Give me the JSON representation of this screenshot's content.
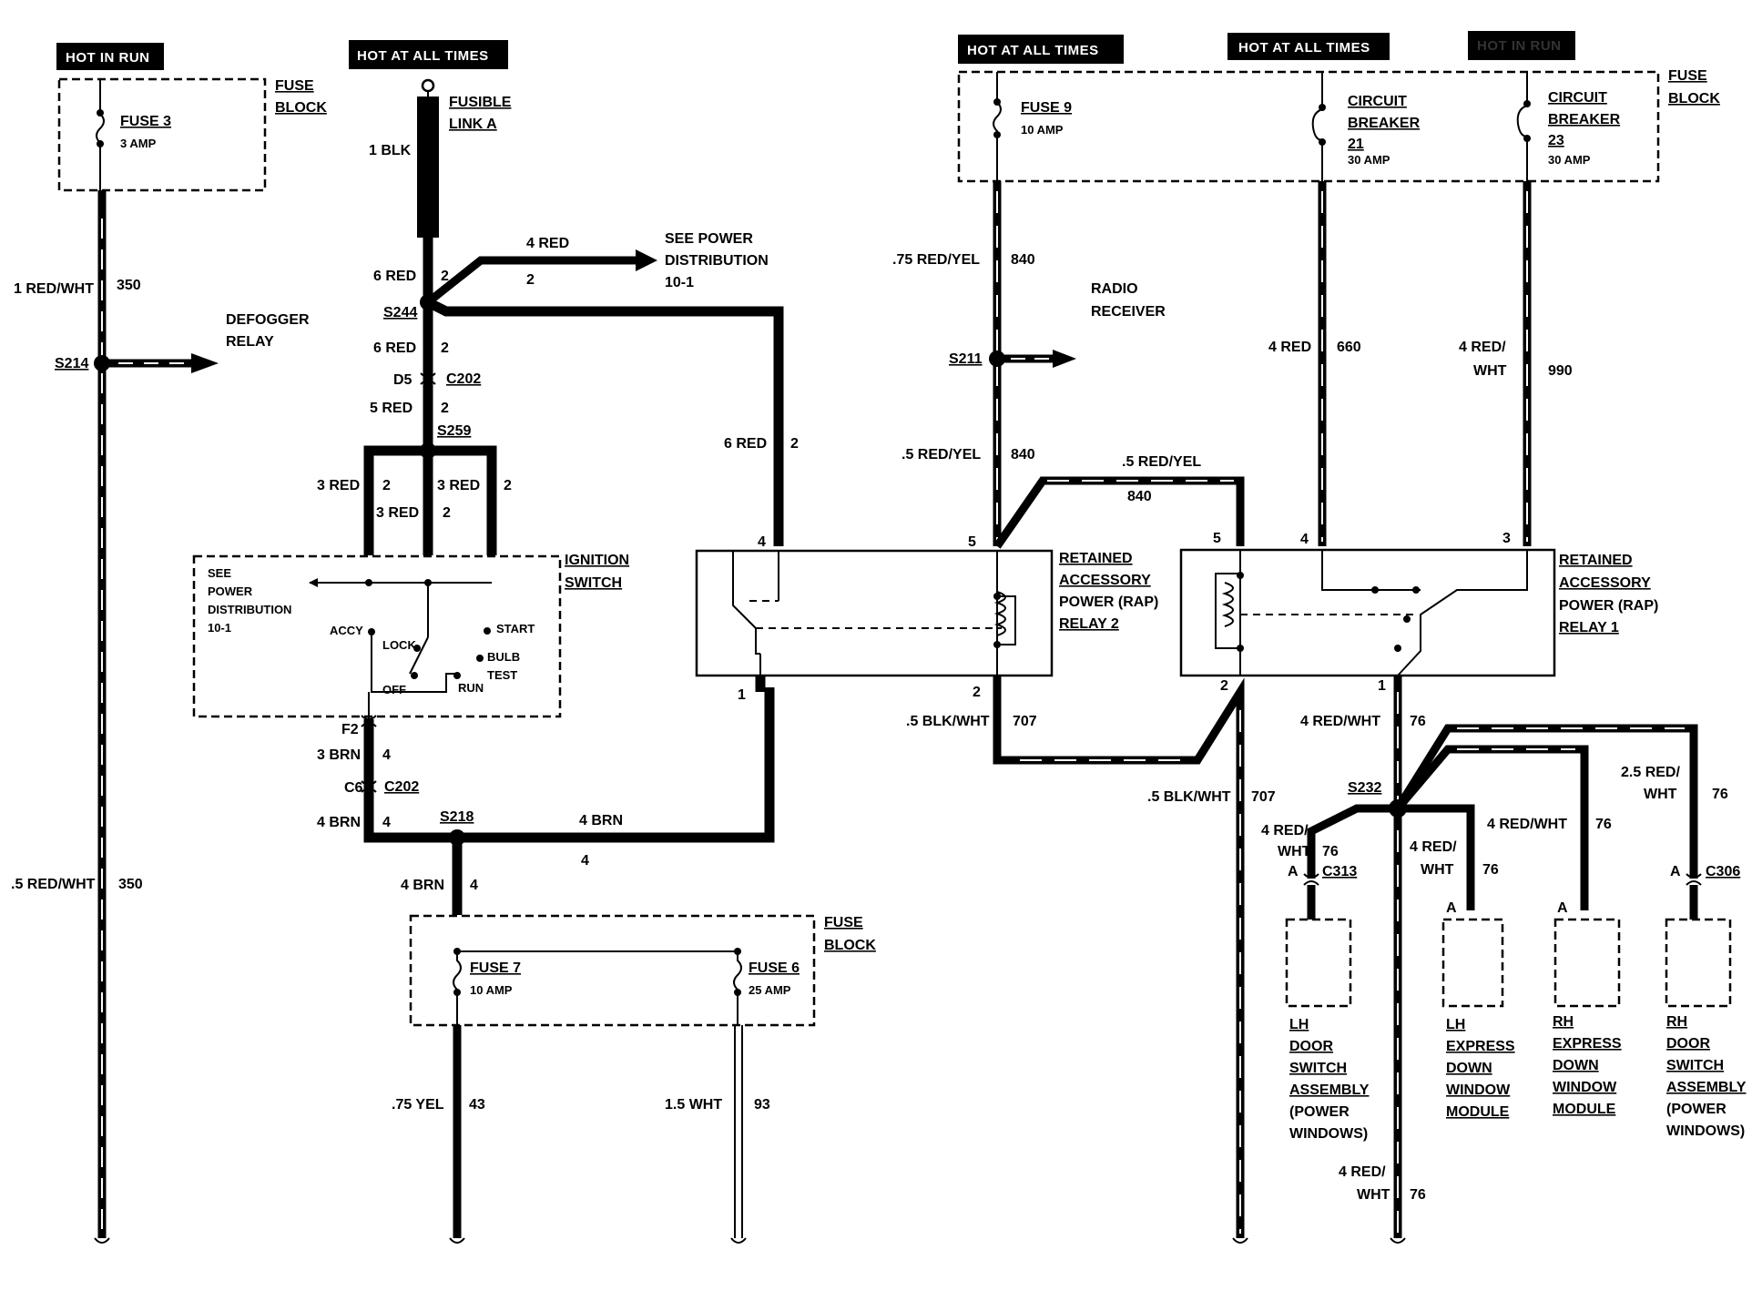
{
  "headers": {
    "hot_in_run": "HOT IN RUN",
    "hot_at_all_times_1": "HOT AT ALL TIMES",
    "hot_at_all_times_2": "HOT AT ALL TIMES",
    "hot_at_all_times_3": "HOT AT ALL TIMES",
    "hot_in_run_2": "HOT IN RUN"
  },
  "fuse_blocks": {
    "fb1_label1": "FUSE",
    "fb1_label2": "BLOCK",
    "fuse3_name": "FUSE 3",
    "fuse3_amp": "3 AMP",
    "fb2_label1": "FUSE",
    "fb2_label2": "BLOCK",
    "fuse9_name": "FUSE 9",
    "fuse9_amp": "10 AMP",
    "cb21_l1": "CIRCUIT",
    "cb21_l2": "BREAKER",
    "cb21_l3": "21",
    "cb21_amp": "30 AMP",
    "cb23_l1": "CIRCUIT",
    "cb23_l2": "BREAKER",
    "cb23_l3": "23",
    "cb23_amp": "30 AMP",
    "fb3_label1": "FUSE",
    "fb3_label2": "BLOCK",
    "fuse7_name": "FUSE 7",
    "fuse7_amp": "10 AMP",
    "fuse6_name": "FUSE 6",
    "fuse6_amp": "25 AMP"
  },
  "fusible_link": {
    "l1": "FUSIBLE",
    "l2": "LINK A",
    "wire": "1 BLK"
  },
  "wires": {
    "w350a": "1 RED/WHT",
    "c350a": "350",
    "w350b": ".5 RED/WHT",
    "c350b": "350",
    "defogger1": "DEFOGGER",
    "defogger2": "RELAY",
    "w_6red_a": "6 RED",
    "c_6red_a": "2",
    "w_4red_top": "4 RED",
    "c_4red_top": "2",
    "see_pd1": "SEE POWER",
    "see_pd2": "DISTRIBUTION",
    "see_pd3": "10-1",
    "w_6red_b": "6 RED",
    "c_6red_b": "2",
    "d5": "D5",
    "c202a": "C202",
    "w_5red": "5 RED",
    "c_5red": "2",
    "w_3red_l": "3 RED",
    "c_3red_l": "2",
    "w_3red_m1": "3 RED",
    "c_3red_m1": "2",
    "w_3red_m2": "3 RED",
    "c_3red_m2": "2",
    "w_3red_r": "2",
    "w_6red_c": "6 RED",
    "c_6red_c": "2",
    "f2": "F2",
    "w_3brn": "3 BRN",
    "c_3brn": "4",
    "c6": "C6",
    "c202b": "C202",
    "w_4brn_a": "4 BRN",
    "c_4brn_a": "4",
    "w_4brn_b": "4 BRN",
    "c_4brn_b": "4",
    "w_4brn_c": "4 BRN",
    "c_4brn_c": "4",
    "w_75yel": ".75 YEL",
    "c_75yel": "43",
    "w_15wht": "1.5 WHT",
    "c_15wht": "93",
    "w_840a": ".75 RED/YEL",
    "c_840a": "840",
    "radio1": "RADIO",
    "radio2": "RECEIVER",
    "w_840b": ".5 RED/YEL",
    "c_840b": "840",
    "w_840c": ".5 RED/YEL",
    "c_840c": "840",
    "w_660": "4 RED",
    "c_660": "660",
    "w_990a": "4 RED/",
    "w_990b": "WHT",
    "c_990": "990",
    "w_707a": ".5 BLK/WHT",
    "c_707a": "707",
    "w_707b": ".5 BLK/WHT",
    "c_707b": "707",
    "w_76a": "4 RED/WHT",
    "c_76a": "76",
    "w_76b1": "2.5 RED/",
    "w_76b2": "WHT",
    "c_76b": "76",
    "w_76c1": "4 RED/",
    "w_76c2": "WHT",
    "c_76c": "76",
    "w_76d1": "4 RED/",
    "w_76d2": "WHT",
    "c_76d": "76",
    "w_76e": "4 RED/WHT",
    "c_76e": "76",
    "w_76f1": "4 RED/",
    "w_76f2": "WHT",
    "c_76f": "76"
  },
  "splices": {
    "s214": "S214",
    "s244": "S244",
    "s259": "S259",
    "s218": "S218",
    "s211": "S211",
    "s232": "S232"
  },
  "connectors": {
    "c313_a": "A",
    "c313": "C313",
    "c306_a": "A",
    "c306": "C306",
    "lh_mod_a": "A",
    "rh_mod_a": "A"
  },
  "ignition": {
    "see": "SEE",
    "power": "POWER",
    "dist": "DISTRIBUTION",
    "num": "10-1",
    "accy": "ACCY",
    "lock": "LOCK",
    "start": "START",
    "bulb": "BULB",
    "test": "TEST",
    "off": "OFF",
    "run": "RUN",
    "title1": "IGNITION",
    "title2": "SWITCH"
  },
  "relays": {
    "r2_l1": "RETAINED",
    "r2_l2": "ACCESSORY",
    "r2_l3": "POWER (RAP)",
    "r2_l4": "RELAY 2",
    "r2_p4": "4",
    "r2_p5": "5",
    "r2_p1": "1",
    "r2_p2": "2",
    "r1_l1": "RETAINED",
    "r1_l2": "ACCESSORY",
    "r1_l3": "POWER (RAP)",
    "r1_l4": "RELAY 1",
    "r1_p5": "5",
    "r1_p4": "4",
    "r1_p3": "3",
    "r1_p2": "2",
    "r1_p1": "1"
  },
  "modules": {
    "lh_door": [
      "LH",
      "DOOR",
      "SWITCH",
      "ASSEMBLY",
      "(POWER",
      "WINDOWS)"
    ],
    "lh_express": [
      "LH",
      "EXPRESS",
      "DOWN",
      "WINDOW",
      "MODULE"
    ],
    "rh_express": [
      "RH",
      "EXPRESS",
      "DOWN",
      "WINDOW",
      "MODULE"
    ],
    "rh_door": [
      "RH",
      "DOOR",
      "SWITCH",
      "ASSEMBLY",
      "(POWER",
      "WINDOWS)"
    ]
  }
}
